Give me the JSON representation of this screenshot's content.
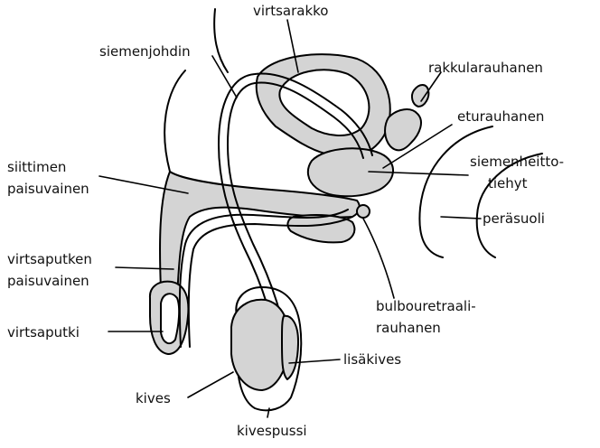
{
  "labels": {
    "virtsarakko": "virtsarakko",
    "siemenjohdin": "siemenjohdin",
    "rakkularauhanen": "rakkularauhanen",
    "eturauhanen": "eturauhanen",
    "siemenheitto_1": "siemenheitto-",
    "siemenheitto_2": "tiehyt",
    "siittimen_1": "siittimen",
    "siittimen_2": "paisuvainen",
    "perasuoli": "peräsuoli",
    "virtsaputken_1": "virtsaputken",
    "virtsaputken_2": "paisuvainen",
    "bulbo_1": "bulbouretraali-",
    "bulbo_2": "rauhanen",
    "virtsaputki": "virtsaputki",
    "lisakives": "lisäkives",
    "kives": "kives",
    "kivespussi": "kivespussi"
  }
}
